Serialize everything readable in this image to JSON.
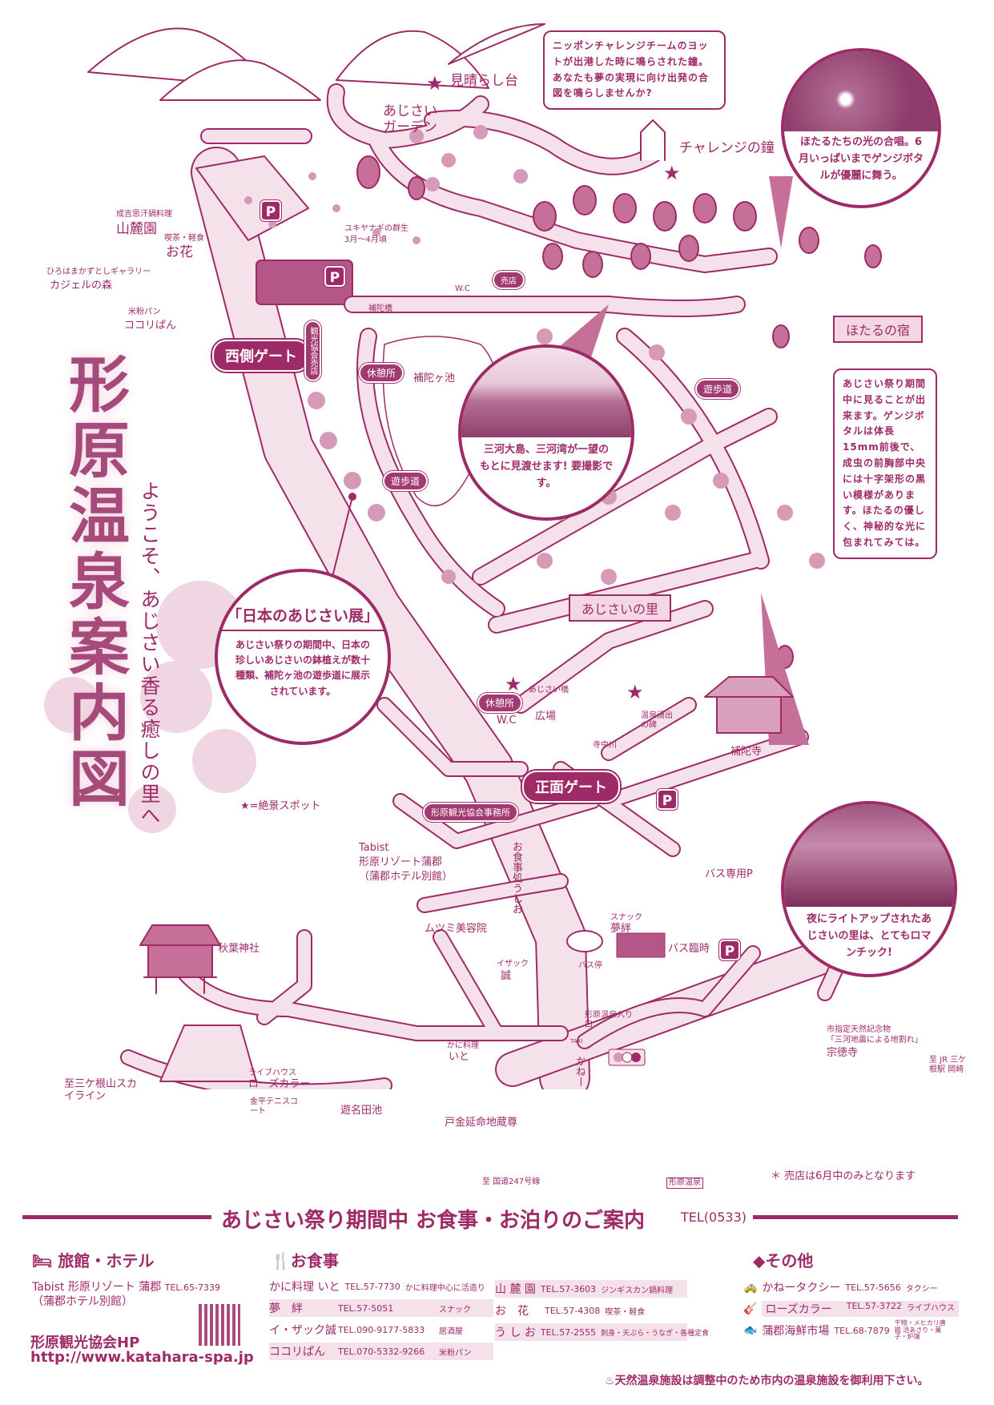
{
  "title": {
    "main": "形原温泉案内図",
    "subtitle": "ようこそ、あじさい香る癒しの里へ",
    "legend": "★=絶景スポット"
  },
  "colors": {
    "accent": "#9e2a68",
    "road": "#f5e1ea",
    "mid": "#c98aab"
  },
  "gates": {
    "west": "西側ゲート",
    "front": "正面ゲート"
  },
  "banners": {
    "hotaru": "ほたるの宿",
    "ajisai_sato": "あじさいの里"
  },
  "map_labels": {
    "miharashi": "見晴らし台",
    "ajisai_garden": "あじさいガーデン",
    "challenge_bell": "チャレンジの鐘",
    "yukiyanagi": "ユキヤナギの群生",
    "yukiyanagi_period": "3月～4月頃",
    "sanrokuen_sub": "成吉思汗鍋料理",
    "sanrokuen": "山麓園",
    "ohana_sub": "喫茶・軽食",
    "ohana": "お花",
    "kajiel_sub": "ひろはまかずとしギャラリー",
    "kajiel": "カジェルの森",
    "kokoripan_sub": "米粉パン",
    "kokoripan": "ココリぱん",
    "hodabashi": "補陀橋",
    "wc1": "W.C",
    "baiten": "売店",
    "kankou_baiten": "観光協会売店",
    "kyukeijo1": "休憩所",
    "hodagaike": "補陀ヶ池",
    "yuhodo1": "遊歩道",
    "yuhodo2": "遊歩道",
    "kyukeijo2": "休憩所",
    "ajisaibashi": "あじさい橋",
    "wc2": "W.C",
    "hiroba": "広場",
    "onsen_hi": "温泉湧出の碑",
    "teranakagawa": "寺中川",
    "hodaji": "補陀寺",
    "p_hodaji": "補陀寺",
    "kankou_office": "形原観光協会事務所",
    "tabist1": "Tabist",
    "tabist2": "形原リゾート蒲郡",
    "tabist3": "（蒲郡ホテル別館）",
    "ushio": "お食事処うしお",
    "bus_p": "バス専用P",
    "yumekizuna_sub": "スナック",
    "yumekizuna": "夢絆",
    "bus_temp_p": "バス臨時",
    "mutsumi": "ムツミ美容院",
    "akiba": "秋葉神社",
    "isaac_sub": "イザック",
    "isaac": "誠",
    "bus_stop": "バス停",
    "onsen_entrance": "形原温泉入り口",
    "kani_sub": "かに料理",
    "kani": "いと",
    "taxi": "かねータクシー",
    "taxi_sign": "TAXI",
    "sotokuji_sub1": "市指定天然記念物",
    "sotokuji_sub2": "「三河地震による地割れ」",
    "sotokuji": "宗徳寺",
    "to_jr": "至 JR 三ケ根駅 岡崎",
    "to_sangane": "至三ケ根山スカイライン",
    "live_sub": "ライブハウス",
    "live": "ローズカラー",
    "tennis": "金平テニスコート",
    "yunada": "遊名田池",
    "togane": "戸金延命地蔵尊",
    "to_route247": "至 国道247号線",
    "katahara_onsen_sign": "形原温泉",
    "baiten_note": "＊ 売店は6月中のみとなります",
    "p": "P"
  },
  "callouts": {
    "bell": "ニッポンチャレンジチームのヨットが出港した時に鳴らされた鐘。あなたも夢の実現に向け出発の合図を鳴らしませんか?",
    "firefly_photo": "ほたるたちの光の合唱。6月いっぱいまでゲンジボタルが優麗に舞う。",
    "firefly_info": "あじさい祭り期間中に見ることが出来ます。ゲンジボタルは体長15mm前後で、成虫の前胸部中央には十字架形の黒い模様があります。ほたるの優しく、神秘的な光に包まれてみては。",
    "view": "三河大島、三河湾が一望のもとに見渡せます! 要撮影です。",
    "exhibit_title": "「日本のあじさい展」",
    "exhibit": "あじさい祭りの期間中、日本の珍しいあじさいの鉢植えが数十種類、補陀ヶ池の遊歩道に展示されています。",
    "night": "夜にライトアップされたあじさいの里は、とてもロマンチック!"
  },
  "directory": {
    "heading": "あじさい祭り期間中 お食事・お泊りのご案内",
    "tel_prefix": "TEL(0533)",
    "hotel": {
      "heading": "旅館・ホテル",
      "name": "Tabist 形原リゾート 蒲郡",
      "tel": "TEL.65-7339",
      "note": "（蒲郡ホテル別館）"
    },
    "hp": {
      "label": "形原観光協会HP",
      "url": "http://www.katahara-spa.jp"
    },
    "food": {
      "heading": "お食事",
      "items": [
        {
          "name": "かに料理 いと",
          "tel": "TEL.57-7730",
          "desc": "かに料理中心に活造り"
        },
        {
          "name": "夢　絆",
          "tel": "TEL.57-5051",
          "desc": "スナック"
        },
        {
          "name": "イ・ザック誠",
          "tel": "TEL.090-9177-5833",
          "desc": "居酒屋"
        },
        {
          "name": "ココリぱん",
          "tel": "TEL.070-5332-9266",
          "desc": "米粉パン"
        },
        {
          "name": "山 麓 園",
          "tel": "TEL.57-3603",
          "desc": "ジンギスカン鍋料理"
        },
        {
          "name": "お　花",
          "tel": "TEL.57-4308",
          "desc": "喫茶・軽食"
        },
        {
          "name": "う し お",
          "tel": "TEL.57-2555",
          "desc": "刺身・天ぷら・うなぎ・各種定食"
        }
      ]
    },
    "other": {
      "heading": "◆その他",
      "items": [
        {
          "name": "かねータクシー",
          "tel": "TEL.57-5656",
          "desc": "タクシー",
          "icon": "taxi-icon"
        },
        {
          "name": "ローズカラー",
          "tel": "TEL.57-3722",
          "desc": "ライブハウス",
          "icon": "guitar-icon"
        },
        {
          "name": "蒲郡海鮮市場",
          "tel": "TEL.68-7879",
          "desc": "干物・メヒカリ唐揚 活あさり・菓子・炉端",
          "icon": "fish-icon"
        }
      ]
    },
    "onsen_note": "天然温泉施設は調整中のため市内の温泉施設を御利用下さい。"
  }
}
